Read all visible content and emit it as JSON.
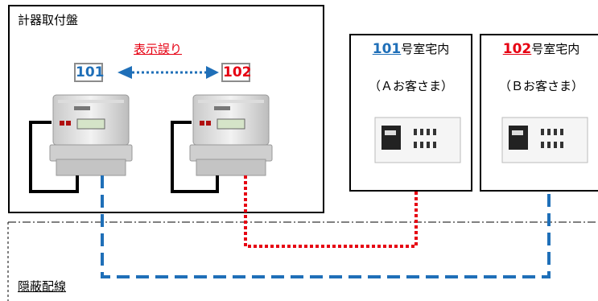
{
  "panel": {
    "title": "計器取付盤"
  },
  "error_label": "表示誤り",
  "meters": [
    {
      "display_number": "101",
      "color": "#1f6fb8"
    },
    {
      "display_number": "102",
      "color": "#e60012"
    }
  ],
  "rooms": [
    {
      "number": "101",
      "suffix": "号室宅内",
      "customer": "（Ａお客さま）",
      "color": "#1f6fb8"
    },
    {
      "number": "102",
      "suffix": "号室宅内",
      "customer": "（Ｂお客さま）",
      "color": "#e60012"
    }
  ],
  "hidden_wiring_label": "隠蔽配線"
}
